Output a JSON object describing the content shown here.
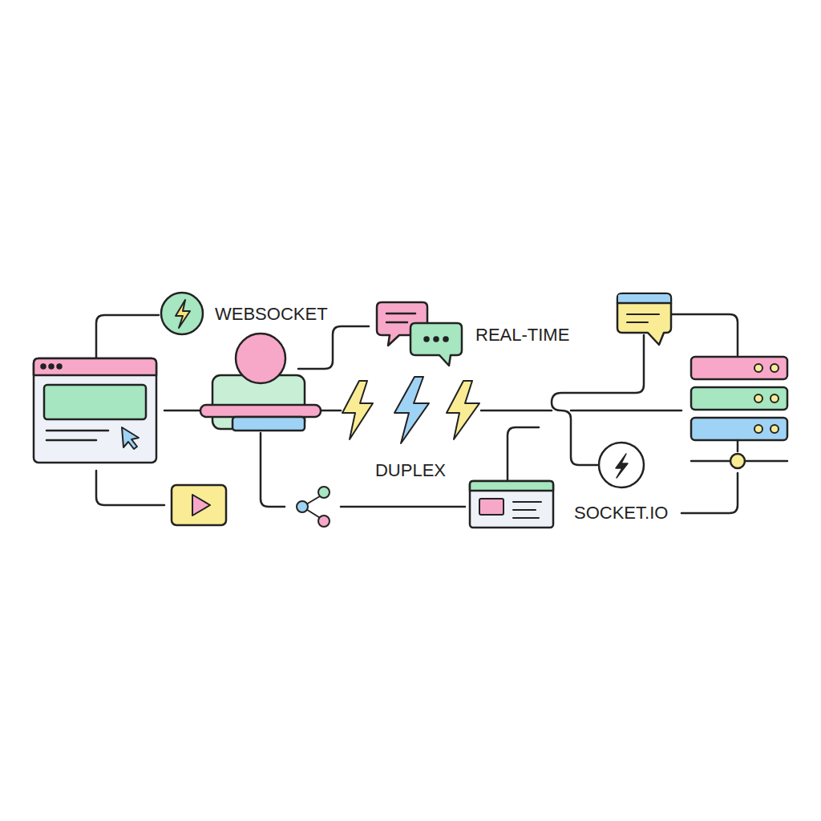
{
  "diagram": {
    "labels": [
      "WEBSOCKET",
      "REAL-TIME",
      "DUPLEX",
      "SOCKET.IO"
    ]
  }
}
